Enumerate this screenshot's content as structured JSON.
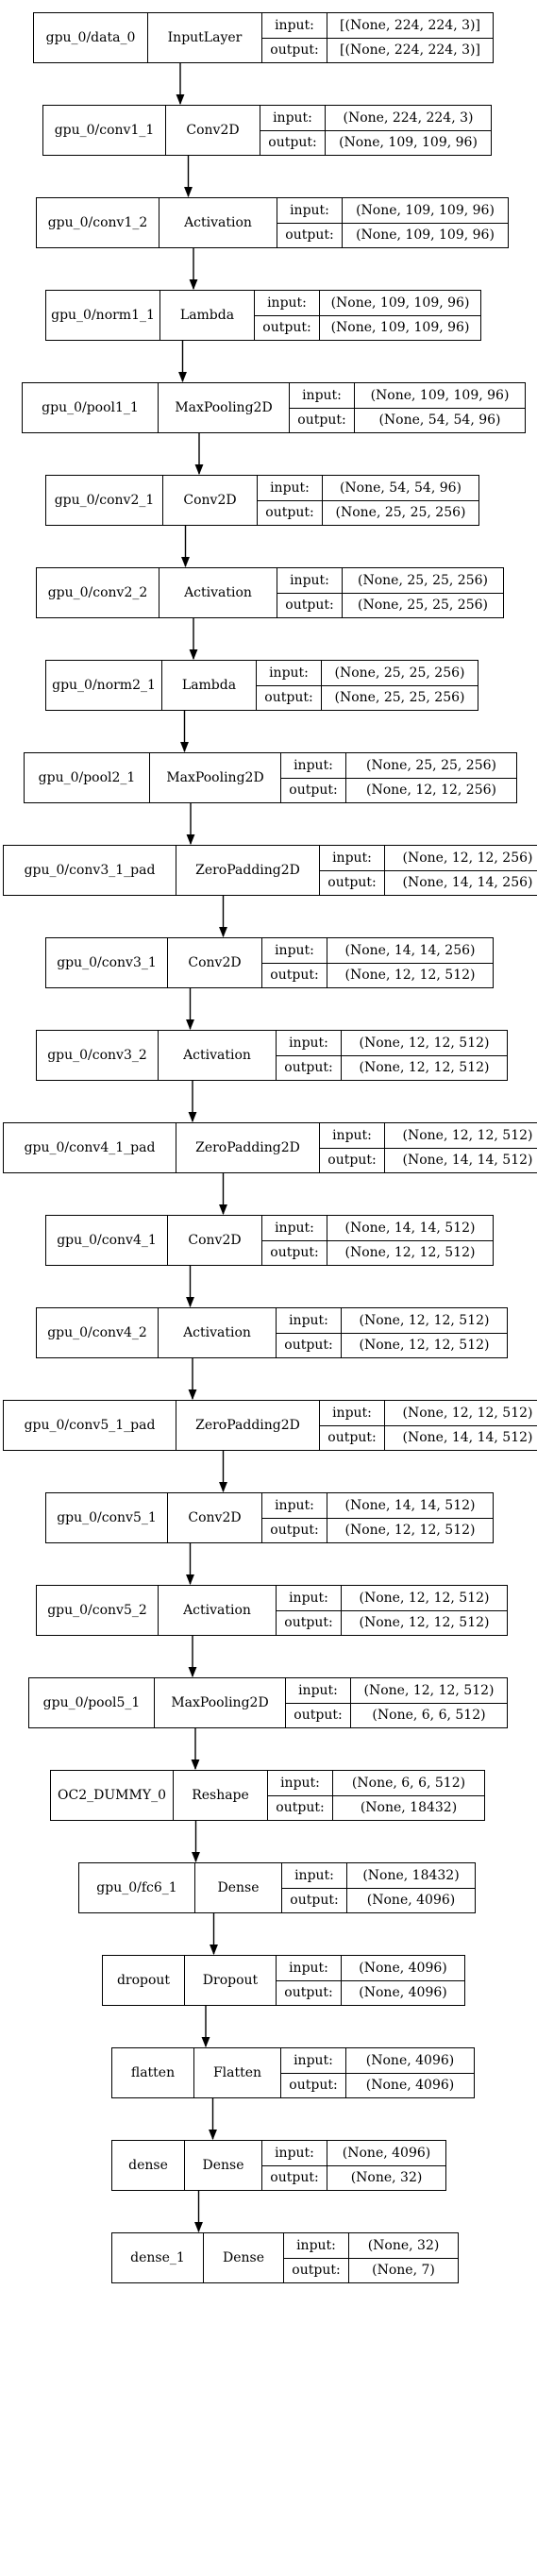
{
  "io_labels": {
    "input": "input:",
    "output": "output:"
  },
  "layers": [
    {
      "name": "gpu_0/data_0",
      "type": "InputLayer",
      "input": "[(None, 224, 224, 3)]",
      "output": "[(None, 224, 224, 3)]"
    },
    {
      "name": "gpu_0/conv1_1",
      "type": "Conv2D",
      "input": "(None, 224, 224, 3)",
      "output": "(None, 109, 109, 96)"
    },
    {
      "name": "gpu_0/conv1_2",
      "type": "Activation",
      "input": "(None, 109, 109, 96)",
      "output": "(None, 109, 109, 96)"
    },
    {
      "name": "gpu_0/norm1_1",
      "type": "Lambda",
      "input": "(None, 109, 109, 96)",
      "output": "(None, 109, 109, 96)"
    },
    {
      "name": "gpu_0/pool1_1",
      "type": "MaxPooling2D",
      "input": "(None, 109, 109, 96)",
      "output": "(None, 54, 54, 96)"
    },
    {
      "name": "gpu_0/conv2_1",
      "type": "Conv2D",
      "input": "(None, 54, 54, 96)",
      "output": "(None, 25, 25, 256)"
    },
    {
      "name": "gpu_0/conv2_2",
      "type": "Activation",
      "input": "(None, 25, 25, 256)",
      "output": "(None, 25, 25, 256)"
    },
    {
      "name": "gpu_0/norm2_1",
      "type": "Lambda",
      "input": "(None, 25, 25, 256)",
      "output": "(None, 25, 25, 256)"
    },
    {
      "name": "gpu_0/pool2_1",
      "type": "MaxPooling2D",
      "input": "(None, 25, 25, 256)",
      "output": "(None, 12, 12, 256)"
    },
    {
      "name": "gpu_0/conv3_1_pad",
      "type": "ZeroPadding2D",
      "input": "(None, 12, 12, 256)",
      "output": "(None, 14, 14, 256)"
    },
    {
      "name": "gpu_0/conv3_1",
      "type": "Conv2D",
      "input": "(None, 14, 14, 256)",
      "output": "(None, 12, 12, 512)"
    },
    {
      "name": "gpu_0/conv3_2",
      "type": "Activation",
      "input": "(None, 12, 12, 512)",
      "output": "(None, 12, 12, 512)"
    },
    {
      "name": "gpu_0/conv4_1_pad",
      "type": "ZeroPadding2D",
      "input": "(None, 12, 12, 512)",
      "output": "(None, 14, 14, 512)"
    },
    {
      "name": "gpu_0/conv4_1",
      "type": "Conv2D",
      "input": "(None, 14, 14, 512)",
      "output": "(None, 12, 12, 512)"
    },
    {
      "name": "gpu_0/conv4_2",
      "type": "Activation",
      "input": "(None, 12, 12, 512)",
      "output": "(None, 12, 12, 512)"
    },
    {
      "name": "gpu_0/conv5_1_pad",
      "type": "ZeroPadding2D",
      "input": "(None, 12, 12, 512)",
      "output": "(None, 14, 14, 512)"
    },
    {
      "name": "gpu_0/conv5_1",
      "type": "Conv2D",
      "input": "(None, 14, 14, 512)",
      "output": "(None, 12, 12, 512)"
    },
    {
      "name": "gpu_0/conv5_2",
      "type": "Activation",
      "input": "(None, 12, 12, 512)",
      "output": "(None, 12, 12, 512)"
    },
    {
      "name": "gpu_0/pool5_1",
      "type": "MaxPooling2D",
      "input": "(None, 12, 12, 512)",
      "output": "(None, 6, 6, 512)"
    },
    {
      "name": "OC2_DUMMY_0",
      "type": "Reshape",
      "input": "(None, 6, 6, 512)",
      "output": "(None, 18432)"
    },
    {
      "name": "gpu_0/fc6_1",
      "type": "Dense",
      "input": "(None, 18432)",
      "output": "(None, 4096)"
    },
    {
      "name": "dropout",
      "type": "Dropout",
      "input": "(None, 4096)",
      "output": "(None, 4096)"
    },
    {
      "name": "flatten",
      "type": "Flatten",
      "input": "(None, 4096)",
      "output": "(None, 4096)"
    },
    {
      "name": "dense",
      "type": "Dense",
      "input": "(None, 4096)",
      "output": "(None, 32)"
    },
    {
      "name": "dense_1",
      "type": "Dense",
      "input": "(None, 32)",
      "output": "(None, 7)"
    }
  ]
}
